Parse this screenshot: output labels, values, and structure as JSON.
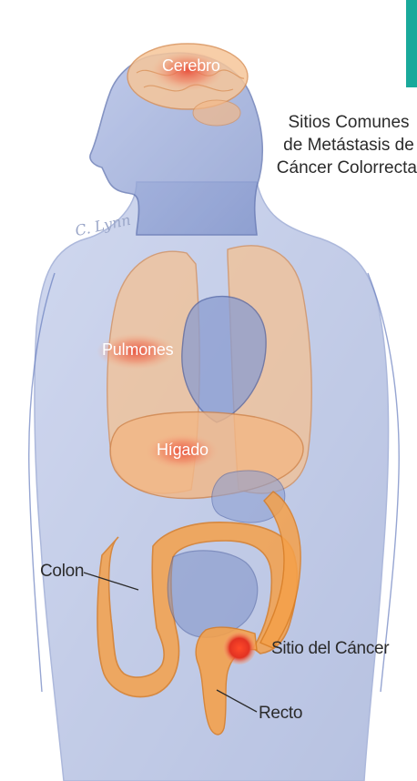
{
  "title": {
    "lines": [
      "Sitios Comunes",
      "de Metástasis de",
      "Cáncer Colorrectal"
    ]
  },
  "organs": {
    "brain": "Cerebro",
    "lungs": "Pulmones",
    "liver": "Hígado"
  },
  "callouts": {
    "colon": "Colon",
    "cancer_site": "Sitio del Cáncer",
    "rectum": "Recto"
  },
  "signature": "C. Lynn",
  "colors": {
    "body": "#8fa2d6",
    "organ": "#f4a24a",
    "highlight": "#ef6a52",
    "tumor": "#e2372a",
    "tab": "#1aa99b"
  }
}
